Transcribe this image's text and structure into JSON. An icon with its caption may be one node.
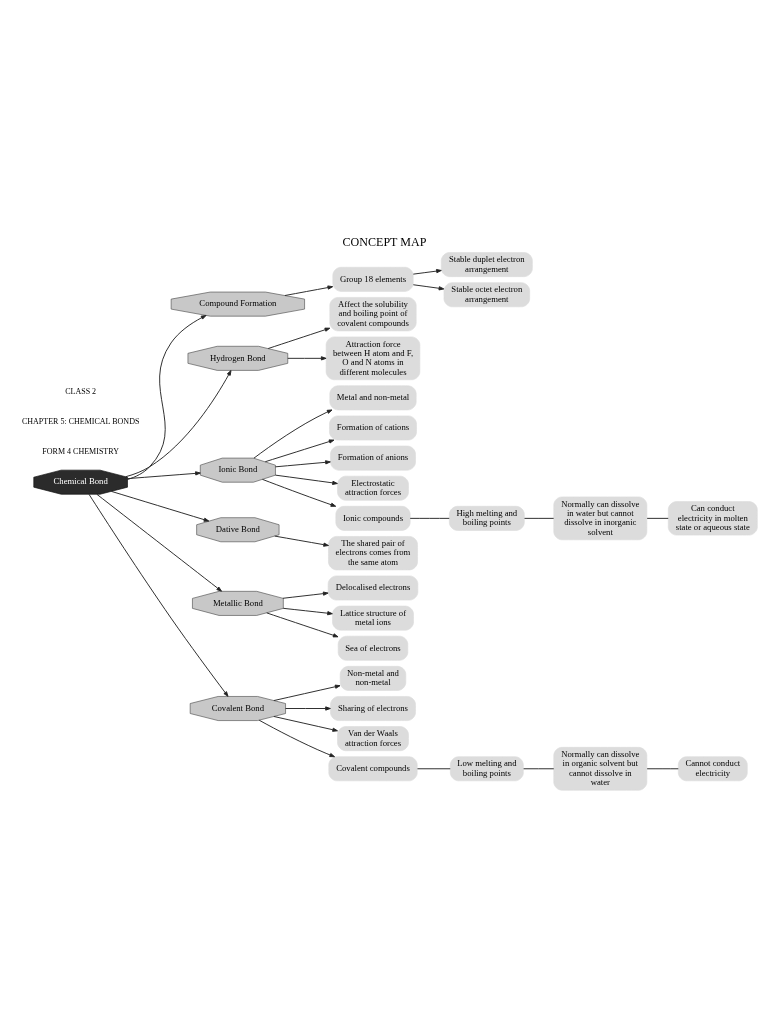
{
  "diagram": {
    "title": "CONCEPT MAP",
    "nodes": [
      {
        "text": [
          "Stable duplet electron arrangement"
        ]
      },
      {
        "text": [
          "Stable octet electron arrangement"
        ]
      },
      {
        "text": [
          "Affect the solubility and boiling point of covalent compounds"
        ]
      },
      {
        "text": [
          "Attraction force between H atom and F, O and N atoms in different molecules"
        ]
      },
      {
        "text": [
          "Group 18 elements"
        ]
      },
      {
        "text": [
          "Compound Formation"
        ]
      },
      {
        "text": [
          "Hydrogen Bond"
        ]
      },
      {
        "text": [
          "The shared pair of electrons comes from the same atom"
        ]
      },
      {
        "text": [
          "Ionic Bond"
        ]
      },
      {
        "text": [
          "Chemical Bond"
        ]
      },
      {
        "text": [
          "Dative Bond"
        ]
      },
      {
        "text": [
          "Metallic Bond"
        ]
      },
      {
        "text": [
          "Delocalised electrons"
        ]
      },
      {
        "text": [
          "Metal and non-metal"
        ]
      },
      {
        "text": [
          "Covalent Bond"
        ]
      },
      {
        "text": [
          "Lattice structure of metal ions"
        ]
      },
      {
        "text": [
          "Formation of cations"
        ]
      },
      {
        "text": [
          "Sea of electrons"
        ]
      },
      {
        "text": [
          "Non-metal and non-metal"
        ]
      },
      {
        "text": [
          "Formation of anions"
        ]
      },
      {
        "text": [
          "Sharing of electrons"
        ]
      },
      {
        "text": [
          "Electrostatic attraction forces"
        ]
      },
      {
        "text": [
          "Van der Waals attraction forces"
        ]
      },
      {
        "text": [
          "Ionic compounds"
        ]
      },
      {
        "text": [
          "Covalent compounds"
        ]
      },
      {
        "text": [
          "High melting and boiling points"
        ]
      },
      {
        "text": [
          "Low melting and boiling points"
        ]
      },
      {
        "text": [
          "Normally can dissolve in water but cannot dissolve in inorganic solvent"
        ]
      },
      {
        "text": [
          "Normally can dissolve in organic solvent but cannot dissolve in water"
        ]
      },
      {
        "text": [
          "Can conduct electricity in molten state or aqueous state"
        ]
      },
      {
        "text": [
          "Cannot conduct electricity"
        ]
      }
    ],
    "edges": [
      {
        "from": 9,
        "to": 8,
        "arrow": "to"
      },
      {
        "from": 9,
        "to": 5,
        "arrow": "to"
      },
      {
        "from": 9,
        "to": 6,
        "arrow": "to"
      },
      {
        "from": 9,
        "to": 10,
        "arrow": "to"
      },
      {
        "from": 9,
        "to": 11,
        "arrow": "to"
      },
      {
        "from": 9,
        "to": 14,
        "arrow": "to"
      },
      {
        "from": 5,
        "to": 4,
        "arrow": "to"
      },
      {
        "from": 4,
        "to": 0,
        "arrow": "to"
      },
      {
        "from": 4,
        "to": 1,
        "arrow": "to"
      },
      {
        "from": 6,
        "to": 2,
        "arrow": "to"
      },
      {
        "from": 6,
        "to": 3,
        "arrow": "to"
      },
      {
        "from": 10,
        "to": 7,
        "arrow": "to"
      },
      {
        "from": 11,
        "to": 12,
        "arrow": "to"
      },
      {
        "from": 11,
        "to": 15,
        "arrow": "to"
      },
      {
        "from": 11,
        "to": 17,
        "arrow": "to"
      },
      {
        "from": 8,
        "to": 13,
        "arrow": "to"
      },
      {
        "from": 8,
        "to": 16,
        "arrow": "to"
      },
      {
        "from": 8,
        "to": 19,
        "arrow": "to"
      },
      {
        "from": 8,
        "to": 21,
        "arrow": "to"
      },
      {
        "from": 8,
        "to": 23,
        "arrow": "to"
      },
      {
        "from": 14,
        "to": 18,
        "arrow": "to"
      },
      {
        "from": 14,
        "to": 20,
        "arrow": "to"
      },
      {
        "from": 14,
        "to": 22,
        "arrow": "to"
      },
      {
        "from": 14,
        "to": 24,
        "arrow": "to"
      },
      {
        "from": 23,
        "to": 25,
        "arrow": "none"
      },
      {
        "from": 25,
        "to": 27,
        "arrow": "none"
      },
      {
        "from": 27,
        "to": 29,
        "arrow": "none"
      },
      {
        "from": 24,
        "to": 26,
        "arrow": "none"
      },
      {
        "from": 26,
        "to": 28,
        "arrow": "none"
      },
      {
        "from": 28,
        "to": 30,
        "arrow": "none"
      }
    ],
    "labels": [
      "FORM 4 CHEMISTRY",
      "CHAPTER 5: CHEMICAL BONDS",
      "CLASS 2"
    ]
  }
}
